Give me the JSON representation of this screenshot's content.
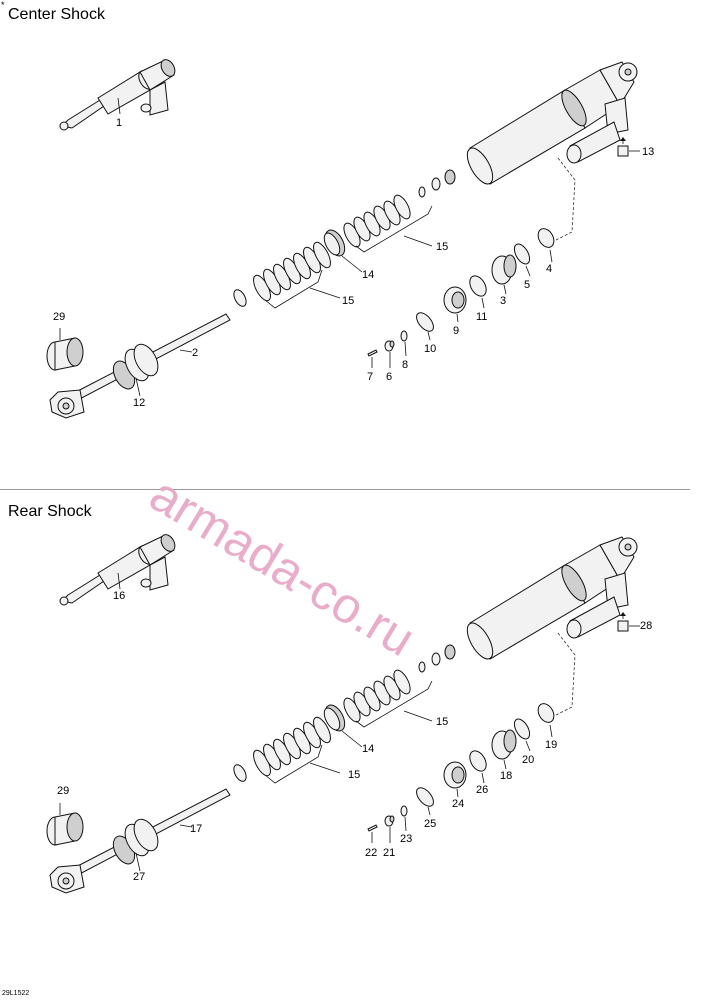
{
  "corner_mark": "*",
  "sections": [
    {
      "title": "Center Shock",
      "callouts": {
        "p1": "1",
        "p2": "2",
        "p3": "3",
        "p4": "4",
        "p5": "5",
        "p6": "6",
        "p7": "7",
        "p8": "8",
        "p9": "9",
        "p10": "10",
        "p11": "11",
        "p12": "12",
        "p13": "13",
        "p14": "14",
        "p15a": "15",
        "p15b": "15",
        "p29": "29"
      }
    },
    {
      "title": "Rear Shock",
      "callouts": {
        "p1": "16",
        "p2": "17",
        "p3": "18",
        "p4": "19",
        "p5": "20",
        "p6": "21",
        "p7": "22",
        "p8": "23",
        "p9": "24",
        "p10": "25",
        "p11": "26",
        "p12": "27",
        "p13": "28",
        "p14": "14",
        "p15a": "15",
        "p15b": "15",
        "p29": "29"
      }
    }
  ],
  "watermark": "armada-co.ru",
  "footer_code": "29L1522",
  "colors": {
    "watermark": "#e8a8c8",
    "line": "#111111",
    "divider": "#999999"
  }
}
